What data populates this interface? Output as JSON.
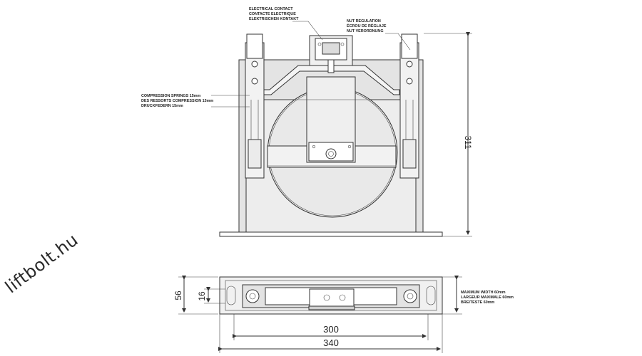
{
  "labels": {
    "electrical_contact": [
      "ELECTRICAL CONTACT",
      "CONTACTE ELECTRIQUE",
      "ELEKTRISCHEN KONTAKT"
    ],
    "nut_regulation": [
      "NUT REGULATION",
      "ÉCROU DE RÉGLAJE",
      "NUT VERORDNUNG"
    ],
    "compression_springs": [
      "COMPRESSION SPRINGS 15mm",
      "DES RESSORTS COMPRESSION 15mm",
      "DRUCKFEDERN 15mm"
    ],
    "maximum_width": [
      "MAXIMUM WIDTH 60mm",
      "LARGEUR MAXIMALE 60mm",
      "BREITESTE 60mm"
    ]
  },
  "dimensions": {
    "height": "311",
    "plan_depth": "56",
    "inner_depth": "16",
    "inner_width": "300",
    "overall_width": "340"
  },
  "watermark": "liftbolt.hu"
}
